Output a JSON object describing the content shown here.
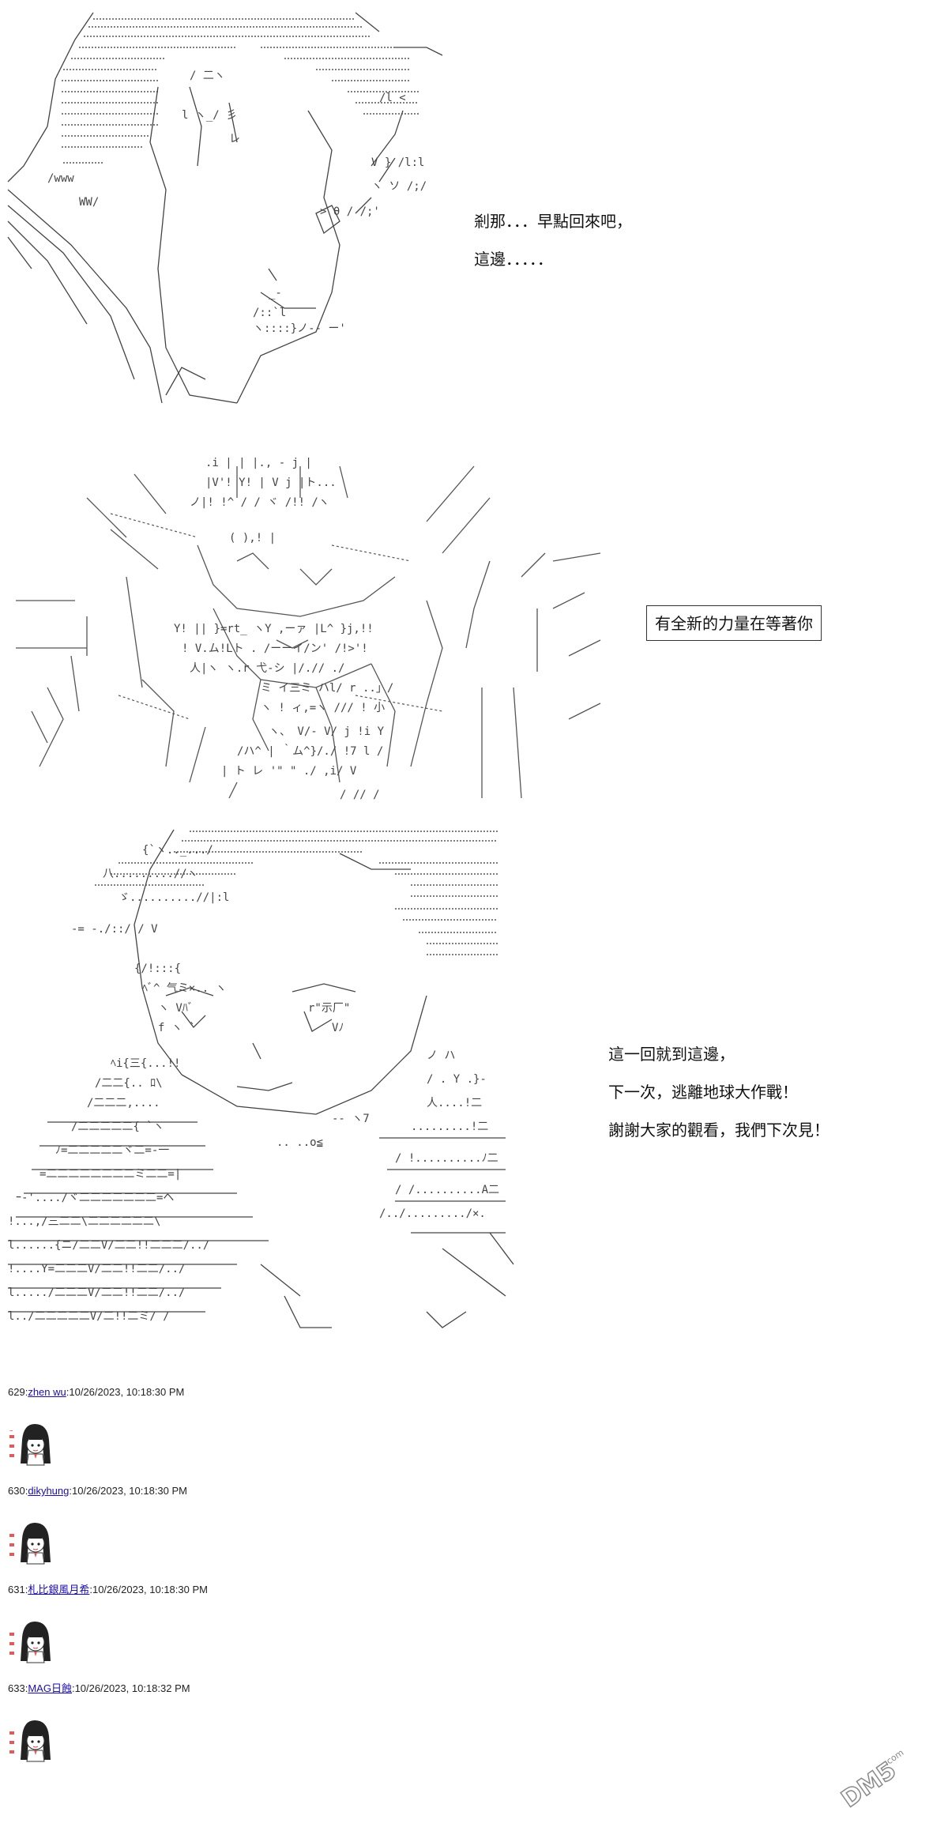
{
  "panels": {
    "panel1": {
      "dialogue": [
        "剎那．．．早點回來吧，",
        "這邊．．．．．"
      ]
    },
    "panel2": {
      "boxed_text": "有全新的力量在等著你"
    },
    "panel3": {
      "dialogue": [
        "這一回就到這邊，",
        "下一次，逃離地球大作戰！",
        "謝謝大家的觀看，我們下次見！"
      ]
    }
  },
  "posts": [
    {
      "number": "629",
      "user": "zhen wu",
      "timestamp": "10/26/2023, 10:18:30 PM"
    },
    {
      "number": "630",
      "user": "dikyhung",
      "timestamp": "10/26/2023, 10:18:30 PM"
    },
    {
      "number": "631",
      "user": "札比銀風月希",
      "timestamp": "10/26/2023, 10:18:30 PM"
    },
    {
      "number": "633",
      "user": "MAG日蝕",
      "timestamp": "10/26/2023, 10:18:32 PM"
    }
  ],
  "icons": {
    "avatar": "chibi-girl-avatar-icon",
    "watermark": "dm5-watermark-logo"
  },
  "colors": {
    "link": "#1a0dab",
    "text": "#111111",
    "art": "#555555",
    "avatar_accent": "#e05b5b"
  }
}
